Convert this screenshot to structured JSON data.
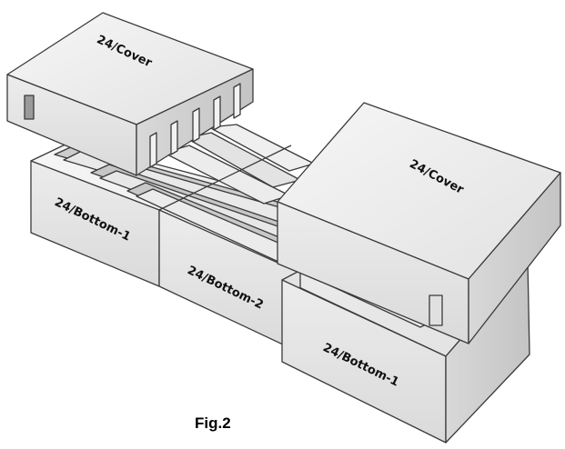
{
  "figure": {
    "caption": "Fig.2",
    "blocks": {
      "cover_left": "24/Cover",
      "cover_right": "24/Cover",
      "bottom_left": "24/Bottom-1",
      "bottom_middle": "24/Bottom-2",
      "bottom_right": "24/Bottom-1"
    }
  },
  "colors": {
    "top_face": "#f0f0f0",
    "front_face": "#e5e5e5",
    "side_face": "#d0d0d0",
    "channel": "#c2c2c2",
    "edge": "#3a3a3a"
  }
}
